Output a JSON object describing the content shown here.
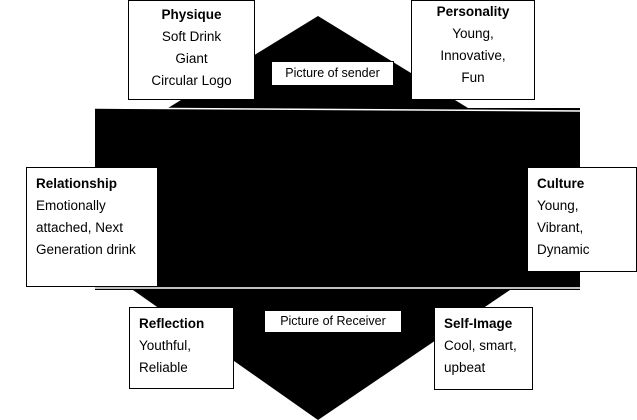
{
  "boxes": {
    "physique": {
      "heading": "Physique",
      "lines": [
        "Soft Drink",
        "Giant",
        "Circular Logo"
      ]
    },
    "personality": {
      "heading": "Personality",
      "lines": [
        "Young,",
        "Innovative,",
        "Fun"
      ]
    },
    "relationship": {
      "heading": "Relationship",
      "lines": [
        "Emotionally",
        "attached, Next",
        "Generation drink"
      ]
    },
    "culture": {
      "heading": "Culture",
      "lines": [
        "Young,",
        "Vibrant,",
        "Dynamic"
      ]
    },
    "reflection": {
      "heading": "Reflection",
      "lines": [
        "Youthful,",
        "Reliable"
      ]
    },
    "self_image": {
      "heading": "Self-Image",
      "lines": [
        "Cool, smart,",
        "upbeat"
      ]
    }
  },
  "labels": {
    "sender": "Picture of sender",
    "receiver": "Picture of Receiver"
  },
  "colors": {
    "prism_fill": "#000000",
    "box_fill": "#ffffff",
    "border": "#000000"
  }
}
